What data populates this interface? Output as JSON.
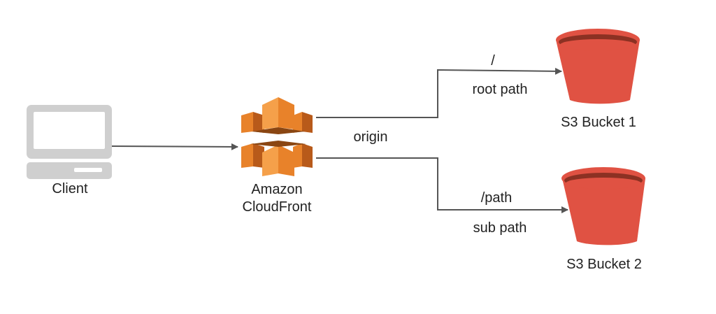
{
  "nodes": {
    "client": {
      "label": "Client",
      "icon": "laptop-icon"
    },
    "cloudfront": {
      "label_line1": "Amazon",
      "label_line2": "CloudFront",
      "icon": "cloudfront-icon"
    },
    "bucket1": {
      "label": "S3 Bucket 1",
      "icon": "s3-bucket-icon"
    },
    "bucket2": {
      "label": "S3 Bucket 2",
      "icon": "s3-bucket-icon"
    }
  },
  "edges": {
    "origin_label": "origin",
    "root": {
      "path_label": "/",
      "desc_label": "root path"
    },
    "sub": {
      "path_label": "/path",
      "desc_label": "sub path"
    }
  },
  "colors": {
    "connector": "#555555",
    "laptop_frame": "#cfcfcf",
    "laptop_screen": "#ffffff",
    "cloudfront_light": "#f5a04a",
    "cloudfront_mid": "#e8822a",
    "cloudfront_dark": "#b85a1a",
    "s3_red": "#e05243",
    "s3_dark": "#8c3123"
  }
}
